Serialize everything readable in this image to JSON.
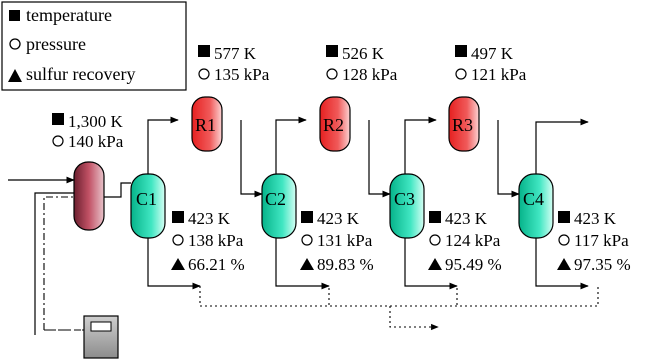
{
  "legend": {
    "temperature": "temperature",
    "pressure": "pressure",
    "sulfur_recovery": "sulfur recovery"
  },
  "colors": {
    "furnace": "#a8334a",
    "reactor": "#e63a3a",
    "condenser": "#1fd0a8",
    "black": "#000000"
  },
  "furnace": {
    "temp": "1,300 K",
    "pressure": "140 kPa"
  },
  "reactors": [
    {
      "label": "R1",
      "temp": "577 K",
      "pressure": "135 kPa"
    },
    {
      "label": "R2",
      "temp": "526 K",
      "pressure": "128 kPa"
    },
    {
      "label": "R3",
      "temp": "497 K",
      "pressure": "121 kPa"
    }
  ],
  "condensers": [
    {
      "label": "C1",
      "temp": "423 K",
      "pressure": "138 kPa",
      "recovery": "66.21 %"
    },
    {
      "label": "C2",
      "temp": "423 K",
      "pressure": "131 kPa",
      "recovery": "89.83 %"
    },
    {
      "label": "C3",
      "temp": "423 K",
      "pressure": "124 kPa",
      "recovery": "95.49 %"
    },
    {
      "label": "C4",
      "temp": "423 K",
      "pressure": "117 kPa",
      "recovery": "97.35 %"
    }
  ]
}
